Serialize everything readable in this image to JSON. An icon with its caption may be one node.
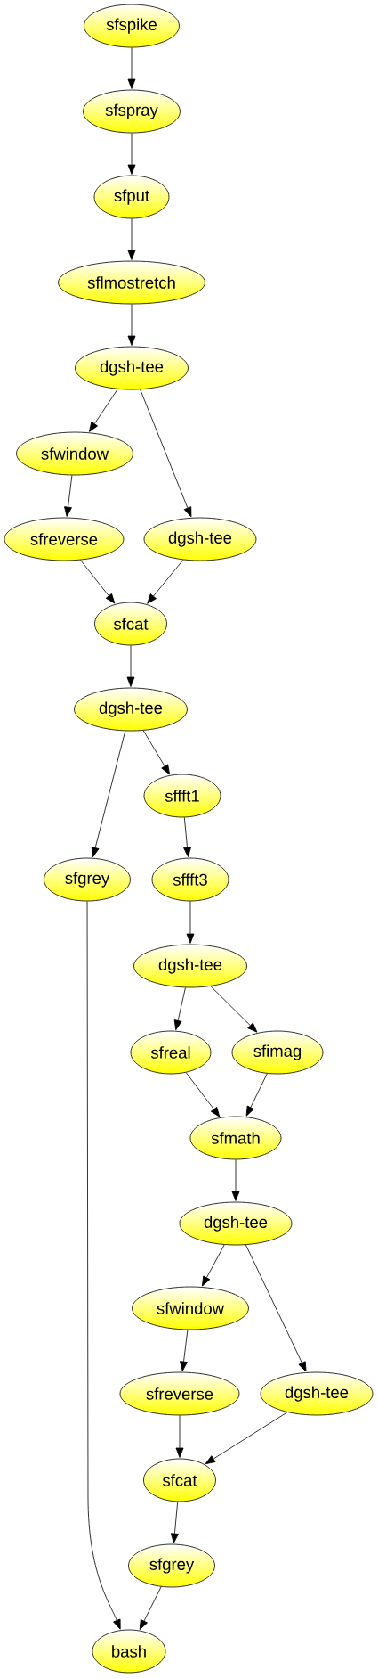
{
  "diagram": {
    "nodes": [
      {
        "text": [
          "sfspike"
        ]
      },
      {
        "text": [
          "sfspray"
        ]
      },
      {
        "text": [
          "sfput"
        ]
      },
      {
        "text": [
          "sflmostretch"
        ]
      },
      {
        "text": [
          "dgsh-tee"
        ]
      },
      {
        "text": [
          "sfwindow"
        ]
      },
      {
        "text": [
          "sfreverse"
        ]
      },
      {
        "text": [
          "dgsh-tee"
        ]
      },
      {
        "text": [
          "sfcat"
        ]
      },
      {
        "text": [
          "dgsh-tee"
        ]
      },
      {
        "text": [
          "sffft1"
        ]
      },
      {
        "text": [
          "sfgrey"
        ]
      },
      {
        "text": [
          "sffft3"
        ]
      },
      {
        "text": [
          "dgsh-tee"
        ]
      },
      {
        "text": [
          "sfreal"
        ]
      },
      {
        "text": [
          "sfimag"
        ]
      },
      {
        "text": [
          "sfmath"
        ]
      },
      {
        "text": [
          "dgsh-tee"
        ]
      },
      {
        "text": [
          "sfwindow"
        ]
      },
      {
        "text": [
          "sfreverse"
        ]
      },
      {
        "text": [
          "dgsh-tee"
        ]
      },
      {
        "text": [
          "sfcat"
        ]
      },
      {
        "text": [
          "sfgrey"
        ]
      },
      {
        "text": [
          "bash"
        ]
      }
    ],
    "edges": [
      {
        "from": 0,
        "to": 1,
        "arrow": "to"
      },
      {
        "from": 1,
        "to": 2,
        "arrow": "to"
      },
      {
        "from": 2,
        "to": 3,
        "arrow": "to"
      },
      {
        "from": 3,
        "to": 4,
        "arrow": "to"
      },
      {
        "from": 4,
        "to": 5,
        "arrow": "to"
      },
      {
        "from": 4,
        "to": 7,
        "arrow": "to"
      },
      {
        "from": 5,
        "to": 6,
        "arrow": "to"
      },
      {
        "from": 6,
        "to": 8,
        "arrow": "to"
      },
      {
        "from": 7,
        "to": 8,
        "arrow": "to"
      },
      {
        "from": 8,
        "to": 9,
        "arrow": "to"
      },
      {
        "from": 9,
        "to": 11,
        "arrow": "to"
      },
      {
        "from": 9,
        "to": 10,
        "arrow": "to"
      },
      {
        "from": 10,
        "to": 12,
        "arrow": "to"
      },
      {
        "from": 11,
        "to": 23,
        "arrow": "to"
      },
      {
        "from": 12,
        "to": 13,
        "arrow": "to"
      },
      {
        "from": 13,
        "to": 14,
        "arrow": "to"
      },
      {
        "from": 13,
        "to": 15,
        "arrow": "to"
      },
      {
        "from": 14,
        "to": 16,
        "arrow": "to"
      },
      {
        "from": 15,
        "to": 16,
        "arrow": "to"
      },
      {
        "from": 16,
        "to": 17,
        "arrow": "to"
      },
      {
        "from": 17,
        "to": 18,
        "arrow": "to"
      },
      {
        "from": 17,
        "to": 20,
        "arrow": "to"
      },
      {
        "from": 18,
        "to": 19,
        "arrow": "to"
      },
      {
        "from": 19,
        "to": 21,
        "arrow": "to"
      },
      {
        "from": 20,
        "to": 21,
        "arrow": "to"
      },
      {
        "from": 21,
        "to": 22,
        "arrow": "to"
      },
      {
        "from": 22,
        "to": 23,
        "arrow": "to"
      }
    ]
  }
}
